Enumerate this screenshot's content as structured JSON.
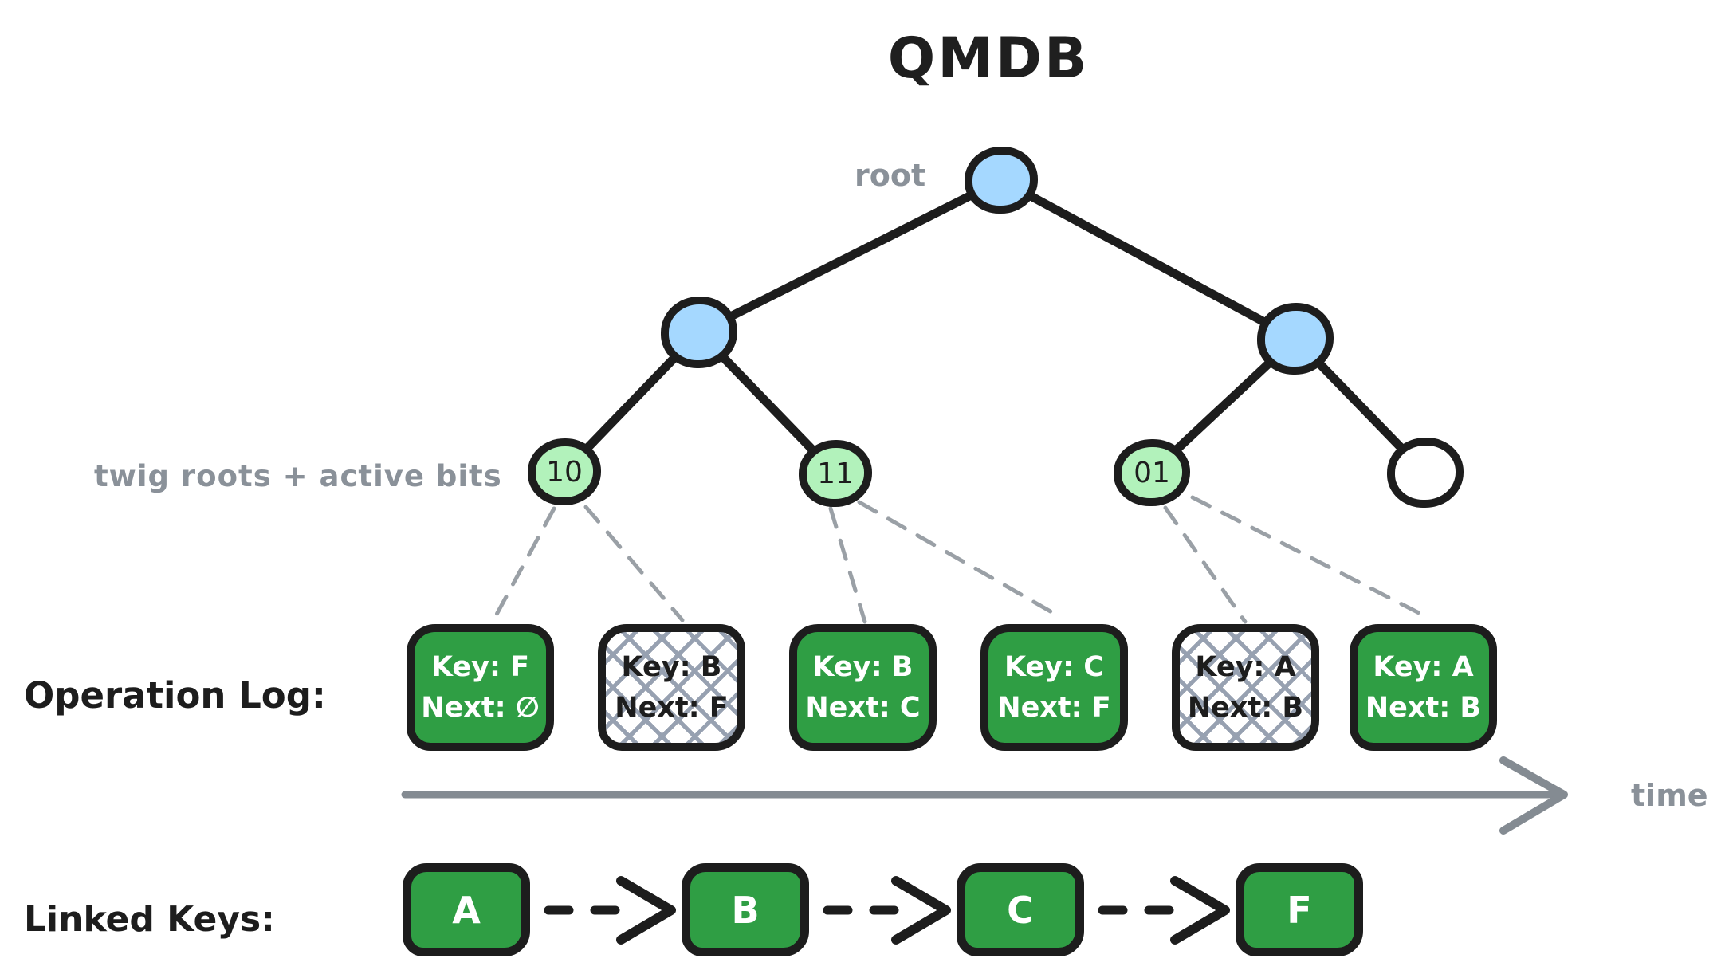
{
  "title": "QMDB",
  "tree": {
    "root_label": "root",
    "twig_label": "twig roots + active bits",
    "twigs": [
      {
        "bits": "10"
      },
      {
        "bits": "11"
      },
      {
        "bits": "01"
      }
    ],
    "node_colors": {
      "internal": "#a5d8ff",
      "twig": "#b2f2bb",
      "empty": "#ffffff"
    }
  },
  "operation_log": {
    "label": "Operation Log:",
    "entries": [
      {
        "key": "Key: F",
        "next": "Next: ∅",
        "state": "active"
      },
      {
        "key": "Key: B",
        "next": "Next: F",
        "state": "crossed-out"
      },
      {
        "key": "Key: B",
        "next": "Next: C",
        "state": "active"
      },
      {
        "key": "Key: C",
        "next": "Next: F",
        "state": "active"
      },
      {
        "key": "Key: A",
        "next": "Next: B",
        "state": "crossed-out"
      },
      {
        "key": "Key: A",
        "next": "Next: B",
        "state": "active"
      }
    ],
    "time_label": "time"
  },
  "linked_keys": {
    "label": "Linked Keys:",
    "keys": [
      "A",
      "B",
      "C",
      "F"
    ]
  },
  "colors": {
    "box_green": "#2f9e44",
    "stroke_black": "#1d1d1d",
    "muted_gray": "#8a9199",
    "hatch_gray": "#97a1b1",
    "arrow_gray": "#848b92"
  }
}
